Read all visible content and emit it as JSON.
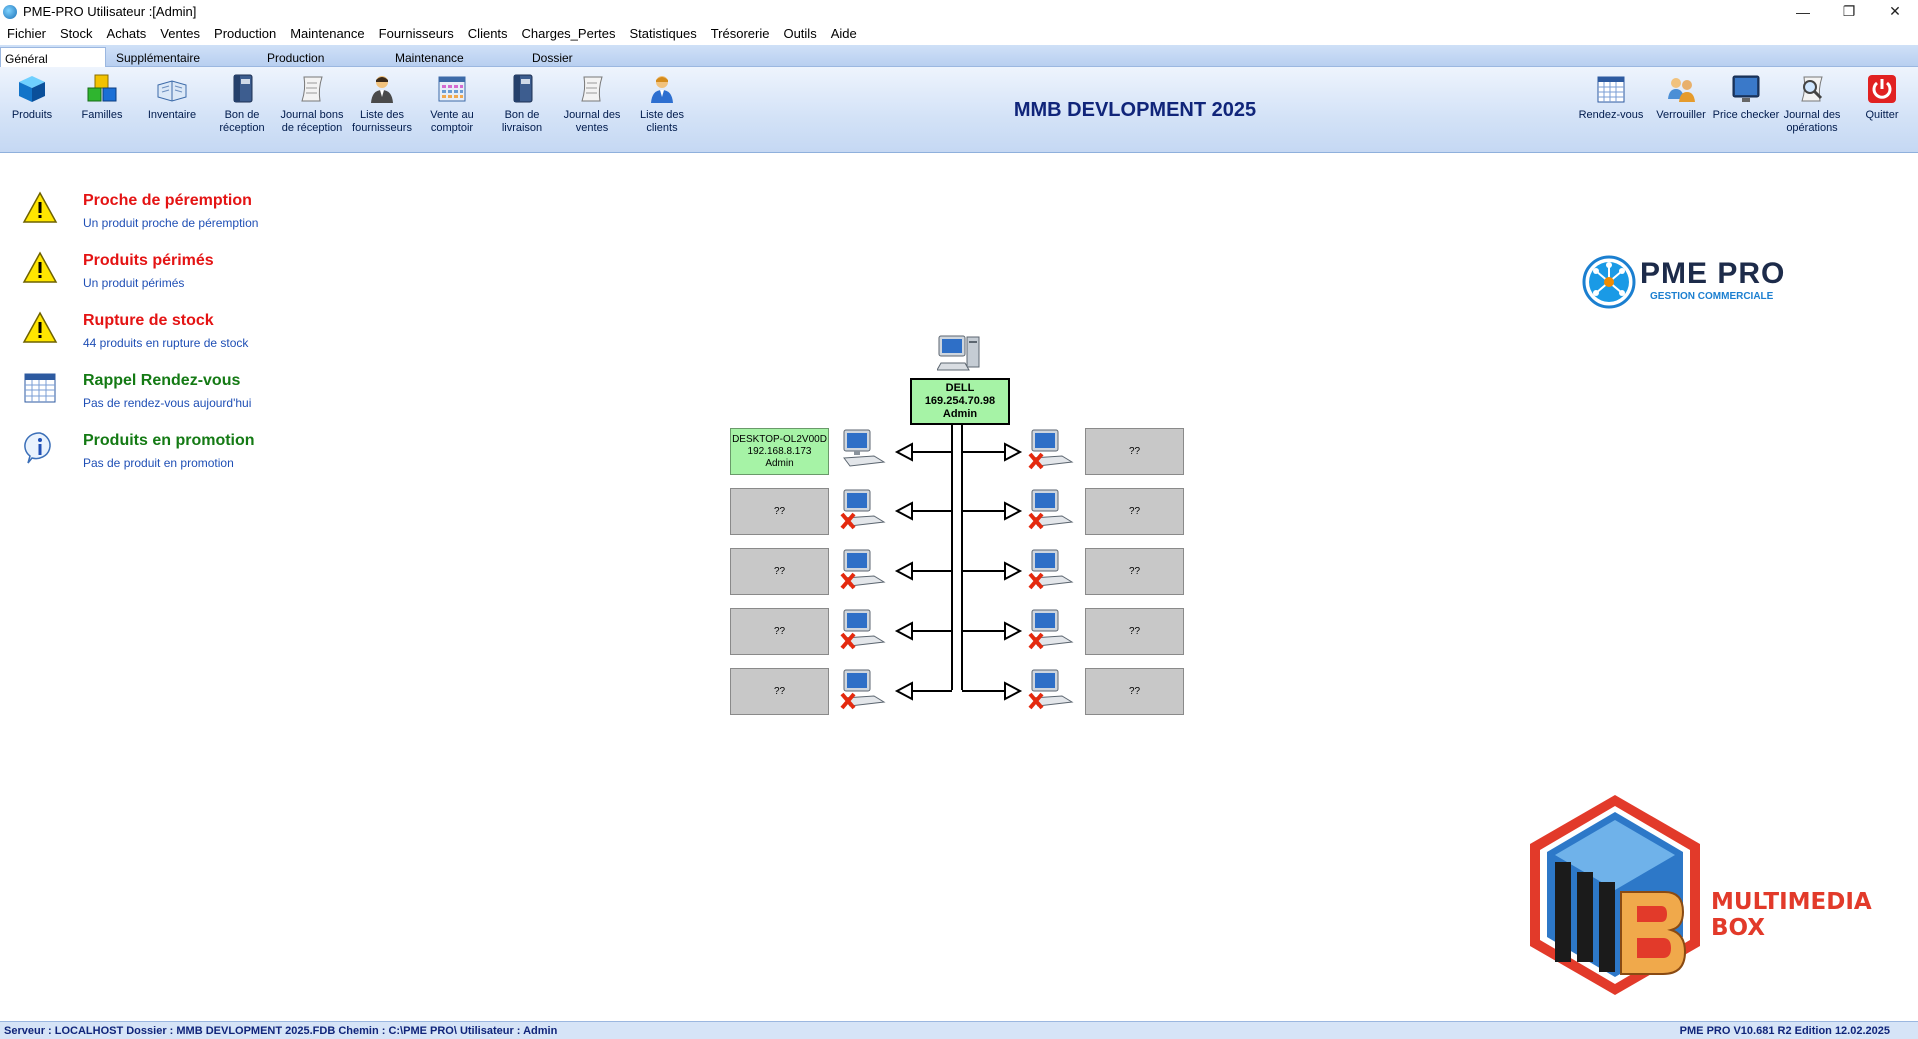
{
  "window": {
    "title": "PME-PRO  Utilisateur :[Admin]",
    "minimize": "—",
    "maximize": "❐",
    "close": "✕"
  },
  "menu": [
    "Fichier",
    "Stock",
    "Achats",
    "Ventes",
    "Production",
    "Maintenance",
    "Fournisseurs",
    "Clients",
    "Charges_Pertes",
    "Statistiques",
    "Trésorerie",
    "Outils",
    "Aide"
  ],
  "tabs": [
    "Général",
    "Supplémentaire",
    "Production",
    "Maintenance",
    "Dossier"
  ],
  "ribbon": {
    "title": "MMB DEVLOPMENT 2025",
    "left_buttons": [
      {
        "label": "Produits",
        "icon": "product-box-icon"
      },
      {
        "label": "Familles",
        "icon": "families-cubes-icon"
      },
      {
        "label": "Inventaire",
        "icon": "inventory-book-icon"
      },
      {
        "label": "Bon de réception",
        "icon": "receipt-binder-icon"
      },
      {
        "label": "Journal bons de réception",
        "icon": "scroll-journal-icon"
      },
      {
        "label": "Liste des fournisseurs",
        "icon": "supplier-person-icon"
      },
      {
        "label": "Vente au comptoir",
        "icon": "counter-sale-icon"
      },
      {
        "label": "Bon de livraison",
        "icon": "delivery-binder-icon"
      },
      {
        "label": "Journal des ventes",
        "icon": "sales-scroll-icon"
      },
      {
        "label": "Liste des clients",
        "icon": "client-person-icon"
      }
    ],
    "right_buttons": [
      {
        "label": "Rendez-vous",
        "icon": "calendar-icon"
      },
      {
        "label": "Verrouiller",
        "icon": "lock-users-icon"
      },
      {
        "label": "Price checker",
        "icon": "monitor-icon"
      },
      {
        "label": "Journal des opérations",
        "icon": "search-journal-icon"
      },
      {
        "label": "Quitter",
        "icon": "power-icon"
      }
    ]
  },
  "alerts": [
    {
      "title": "Proche de péremption",
      "subtitle": "Un produit proche de péremption",
      "color": "#e41313",
      "icon": "warning-icon"
    },
    {
      "title": "Produits périmés",
      "subtitle": "Un produit périmés",
      "color": "#e41313",
      "icon": "warning-icon"
    },
    {
      "title": "Rupture de stock",
      "subtitle": "44 produits en rupture de stock",
      "color": "#e41313",
      "icon": "warning-icon"
    },
    {
      "title": "Rappel Rendez-vous",
      "subtitle": "Pas de rendez-vous aujourd'hui",
      "color": "#147a14",
      "icon": "calendar-icon"
    },
    {
      "title": "Produits en promotion",
      "subtitle": "Pas de produit en promotion",
      "color": "#147a14",
      "icon": "info-icon"
    }
  ],
  "network": {
    "server": {
      "name": "DELL",
      "ip": "169.254.70.98",
      "user": "Admin"
    },
    "left": [
      {
        "line1": "DESKTOP-OL2V00D",
        "line2": "192.168.8.173",
        "line3": "Admin",
        "online": true
      },
      {
        "line1": "??",
        "online": false
      },
      {
        "line1": "??",
        "online": false
      },
      {
        "line1": "??",
        "online": false
      },
      {
        "line1": "??",
        "online": false
      }
    ],
    "right": [
      {
        "line1": "??",
        "online": false
      },
      {
        "line1": "??",
        "online": false
      },
      {
        "line1": "??",
        "online": false
      },
      {
        "line1": "??",
        "online": false
      },
      {
        "line1": "??",
        "online": false
      }
    ]
  },
  "logos": {
    "pme_main": "PME PRO",
    "pme_sub": "GESTION COMMERCIALE",
    "mmb": "MULTIMEDIA BOX"
  },
  "status": {
    "left": "Serveur : LOCALHOST  Dossier : MMB DEVLOPMENT 2025.FDB Chemin : C:\\PME PRO\\  Utilisateur : Admin",
    "right": "PME PRO V10.681 R2 Edition 12.02.2025"
  }
}
